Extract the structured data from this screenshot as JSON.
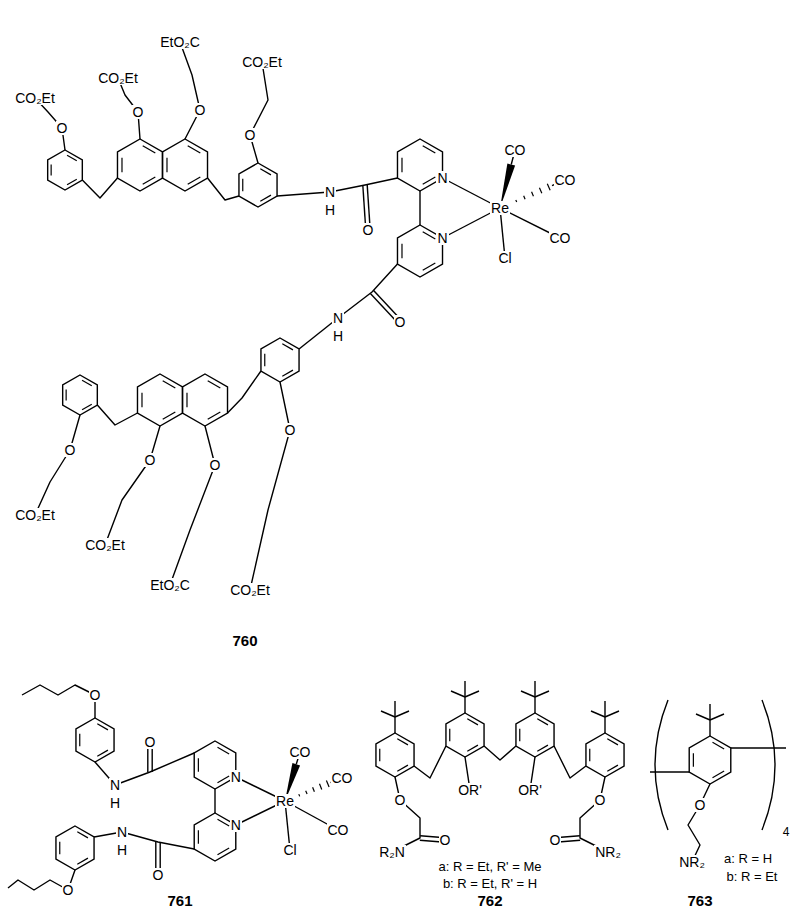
{
  "diagram": {
    "labels": [
      "CO₂Et",
      "EtO₂C",
      "CO₂Et",
      "CO₂Et",
      "O",
      "O",
      "O",
      "O",
      "CO",
      "N",
      "N",
      "CO",
      "H",
      "Re",
      "O",
      "N",
      "CO",
      "Cl",
      "O",
      "N",
      "H",
      "O",
      "O",
      "O",
      "O",
      "CO₂Et",
      "CO₂Et",
      "EtO₂C",
      "CO₂Et",
      "760",
      "O",
      "O",
      "CO",
      "N",
      "CO",
      "N",
      "H",
      "Re",
      "N",
      "CO",
      "N",
      "H",
      "Cl",
      "O",
      "O",
      "761",
      "OR'",
      "OR'",
      "O",
      "O",
      "O",
      "O",
      "R₂N",
      "NR₂",
      "a: R = Et, R' = Me",
      "b: R = Et, R' = H",
      "762",
      "O",
      "NR₂",
      "4",
      "a: R = H",
      "b: R = Et",
      "763"
    ]
  }
}
